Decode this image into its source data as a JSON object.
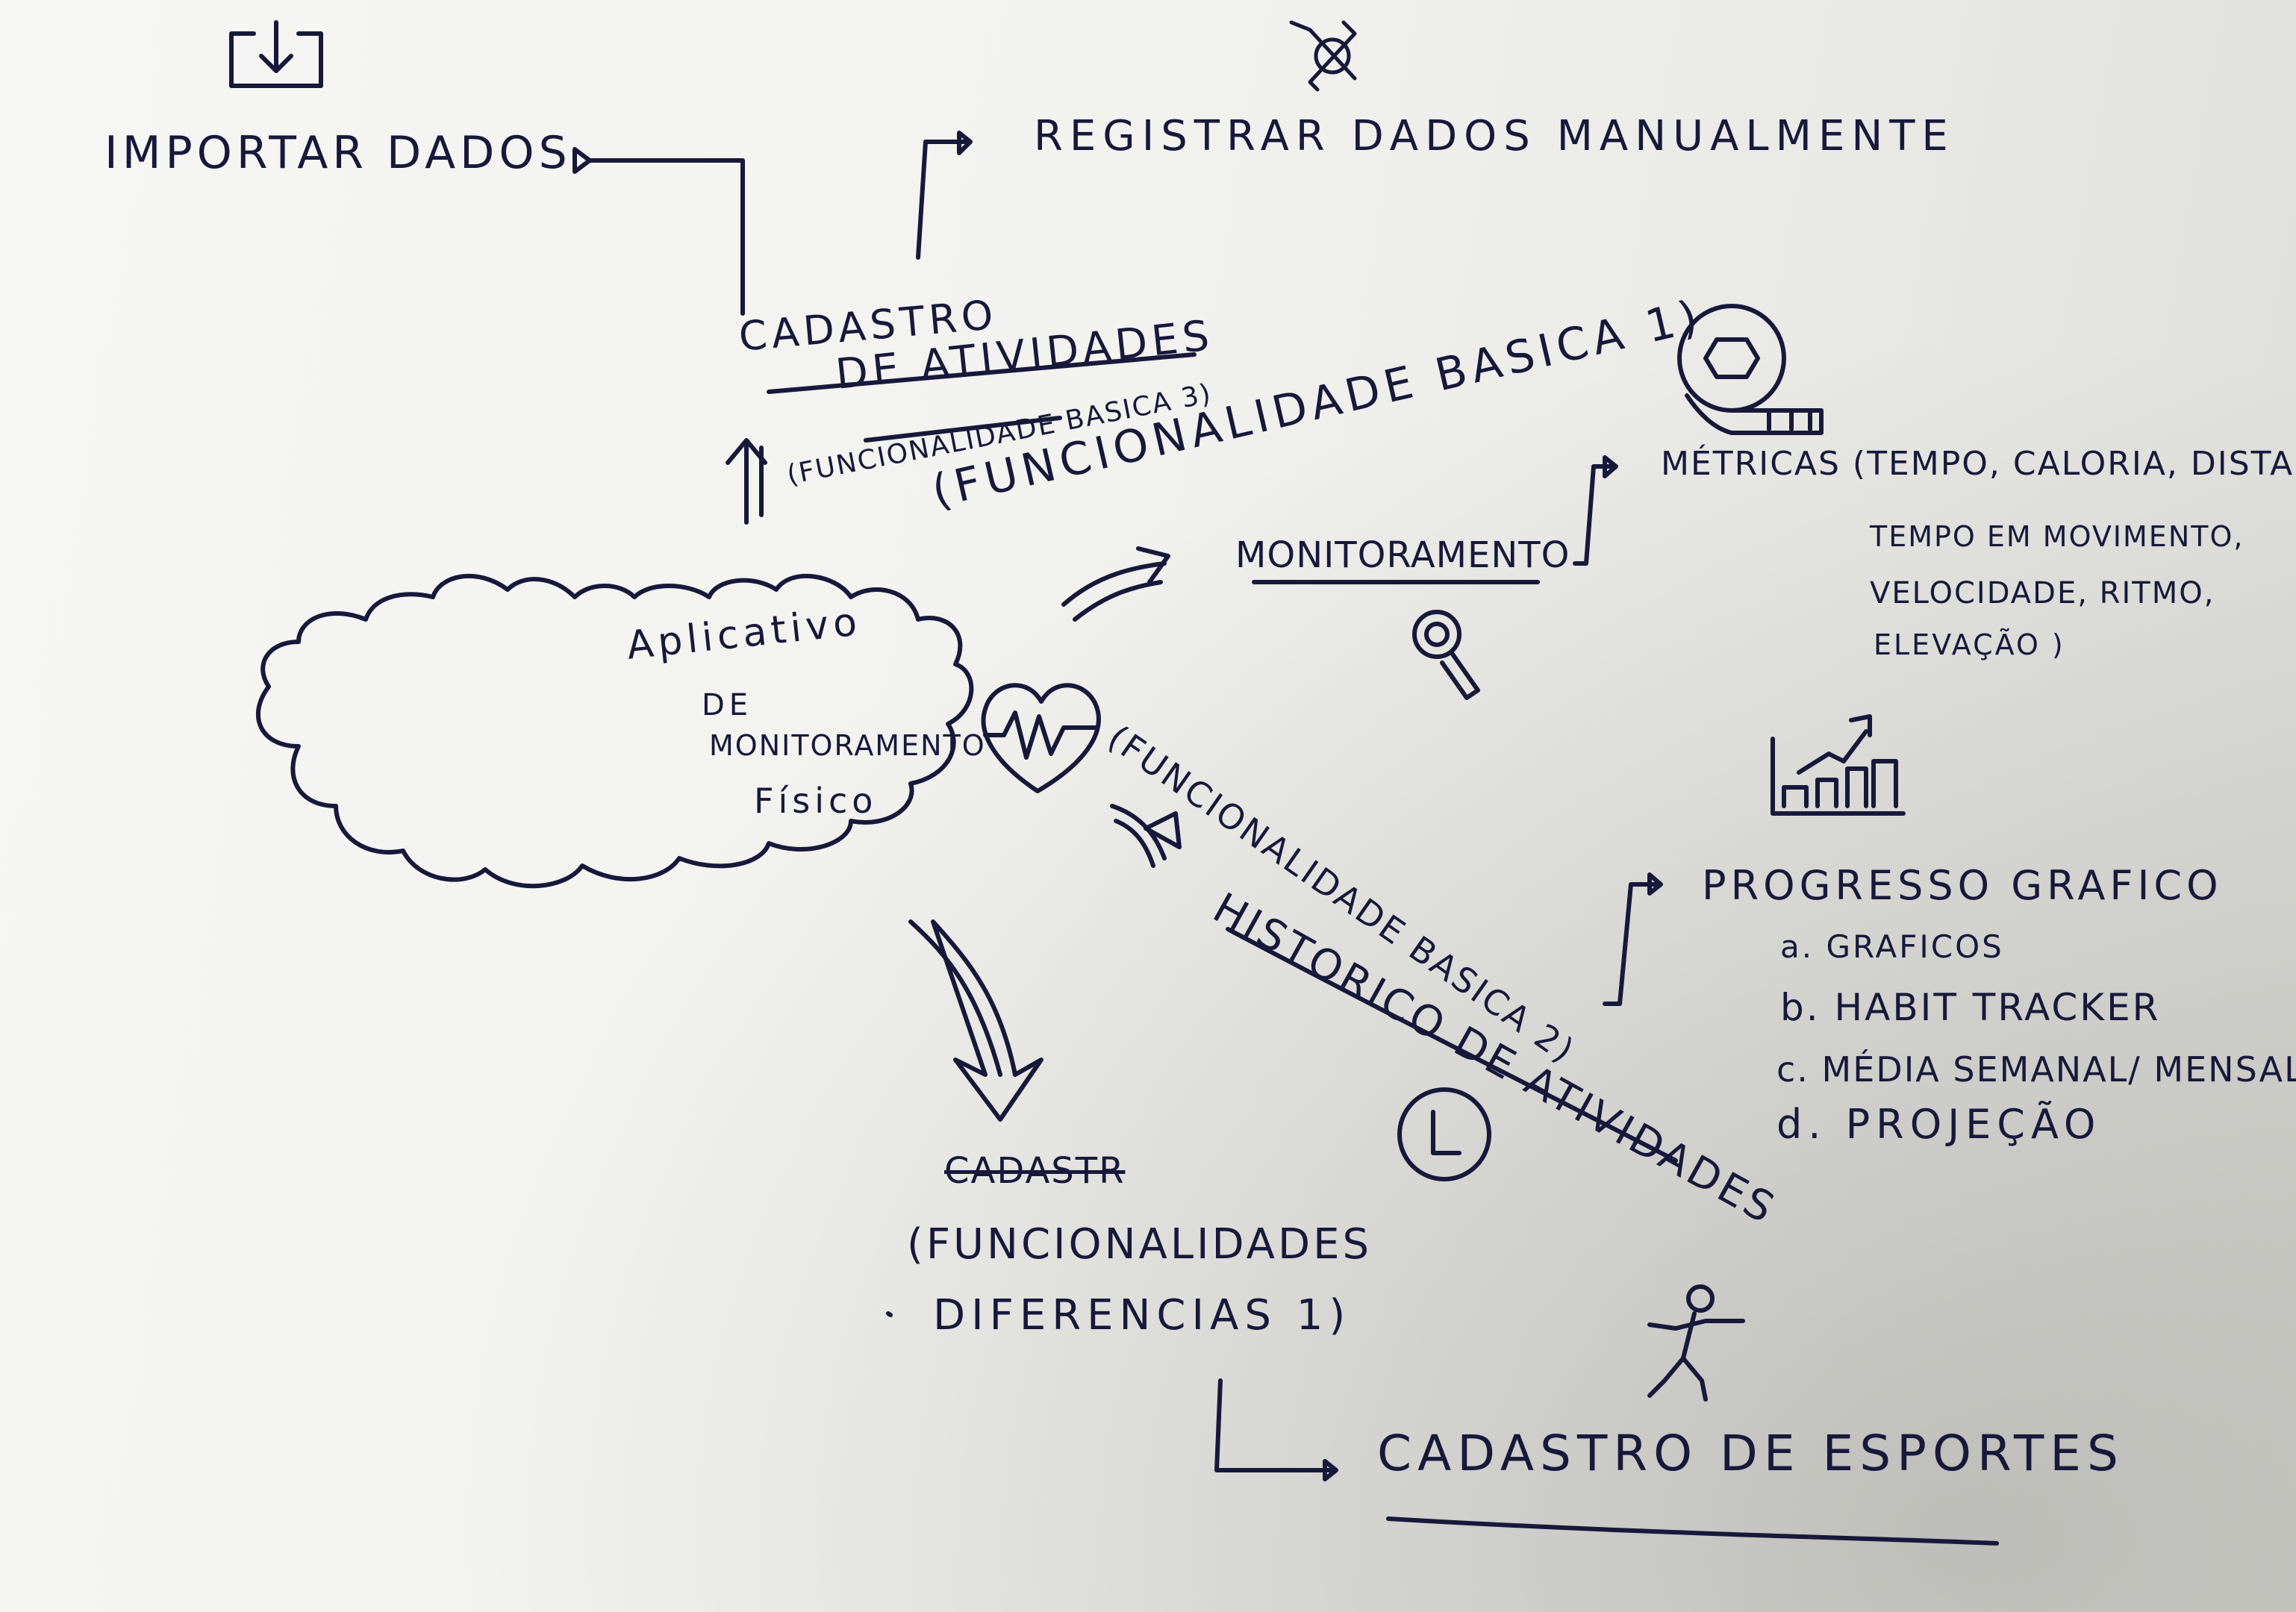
{
  "center": {
    "line1": "Aplicativo",
    "line2": "DE",
    "line3": "MONITORAMENTO",
    "line4": "Físico"
  },
  "branch_top": {
    "title_line1": "CADASTRO",
    "title_line2": "DE ATIVIDADES",
    "note": "(FUNCIONALIDADE BASICA 3)",
    "child_left": "IMPORTAR DADOS",
    "child_right": "REGISTRAR DADOS MANUALMENTE"
  },
  "branch_right_top": {
    "note": "(FUNCIONALIDADE BASICA 1)",
    "title": "MONITORAMENTO",
    "metrics_line1": "MÉTRICAS (TEMPO, CALORIA, DISTANCIA,",
    "metrics_line2": "TEMPO EM MOVIMENTO,",
    "metrics_line3": "VELOCIDADE, RITMO,",
    "metrics_line4": "ELEVAÇÃO )"
  },
  "branch_right_bottom": {
    "note": "(FUNCIONALIDADE BASICA 2)",
    "title": "HISTORICO DE ATIVIDADES",
    "progress_title": "PROGRESSO GRAFICO",
    "items": [
      "a. GRAFICOS",
      "b. HABIT TRACKER",
      "c. MÉDIA SEMANAL/ MENSAL",
      "d. PROJEÇÃO"
    ]
  },
  "branch_bottom": {
    "struck": "CADASTR",
    "note_line1": "(FUNCIONALIDADES",
    "note_line2": "DIFERENCIAS 1)",
    "child": "CADASTRO DE ESPORTES"
  },
  "colors": {
    "ink": "#17183a",
    "paper": "#f3f3f0"
  },
  "icons": [
    "import-icon",
    "tools-icon",
    "heart-pulse-icon",
    "measuring-tape-icon",
    "magnifier-icon",
    "bar-chart-growth-icon",
    "clock-icon",
    "athlete-icon"
  ]
}
